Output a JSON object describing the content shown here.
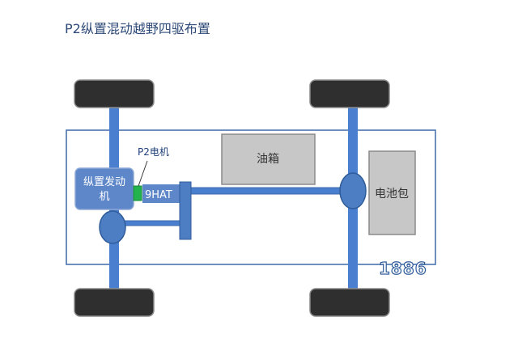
{
  "title": "P2纵置混动越野四驱布置",
  "labels": {
    "engine_line1": "纵置发动",
    "engine_line2": "机",
    "p2_motor": "P2电机",
    "transmission": "9HAT",
    "fuel_tank": "油箱",
    "battery_pack": "电池包",
    "watermark": "1886"
  },
  "colors": {
    "title": "#2e4a78",
    "shaft_blue": "#4a7fd0",
    "chassis_border": "#3d6aa8",
    "tire": "#2f2f2f",
    "engine_fill": "#5e87c9",
    "differential": "#4d7dc2",
    "box_gray": "#c7c7c7",
    "motor_green": "#22b34c"
  }
}
